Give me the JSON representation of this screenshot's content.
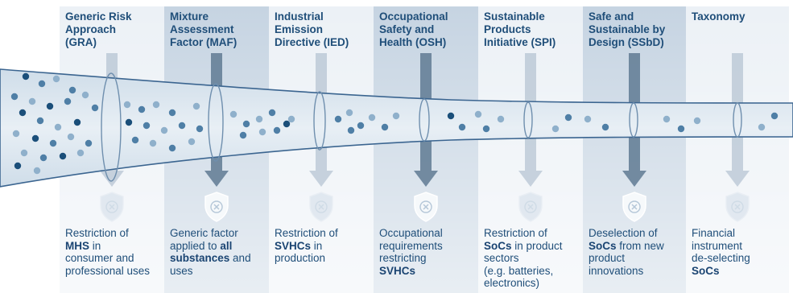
{
  "colors": {
    "background": "#ffffff",
    "column_light": "#ecf1f6",
    "column_dark": "#c6d4e2",
    "funnel_fill": "#d9e4ee",
    "funnel_edge": "#3b6590",
    "arrow": "#a8b9ca",
    "arrow_emphasis": "#5f7a93",
    "text": "#1f4e79",
    "dot_dark": "#1b4f7a",
    "dot_mid": "#4f7fa6",
    "dot_light": "#8fb0cb",
    "shield_faded": "#dfe7ef",
    "shield_strong": "#f6f9fb"
  },
  "columns": [
    {
      "id": "gra",
      "title": [
        "Generic Risk",
        "Approach",
        "(GRA)"
      ],
      "description": [
        [
          "Restriction of"
        ],
        [
          {
            "b": "MHS"
          },
          " in"
        ],
        [
          "consumer and"
        ],
        [
          "professional uses"
        ]
      ],
      "shade": "light",
      "emphasis": false,
      "icon": "shield-x-icon"
    },
    {
      "id": "maf",
      "title": [
        "Mixture",
        "Assessment",
        "Factor (MAF)"
      ],
      "description": [
        [
          "Generic factor"
        ],
        [
          "applied to ",
          {
            "b": "all"
          }
        ],
        [
          {
            "b": "substances"
          },
          " and"
        ],
        [
          "uses"
        ]
      ],
      "shade": "dark",
      "emphasis": true,
      "icon": "shield-x-icon"
    },
    {
      "id": "ied",
      "title": [
        "Industrial",
        "Emission",
        "Directive (IED)"
      ],
      "description": [
        [
          "Restriction of"
        ],
        [
          {
            "b": "SVHCs"
          },
          " in"
        ],
        [
          "production"
        ]
      ],
      "shade": "light",
      "emphasis": false,
      "icon": "shield-x-icon"
    },
    {
      "id": "osh",
      "title": [
        "Occupational",
        "Safety and",
        "Health (OSH)"
      ],
      "description": [
        [
          "Occupational"
        ],
        [
          "requirements"
        ],
        [
          "restricting"
        ],
        [
          {
            "b": "SVHCs"
          }
        ]
      ],
      "shade": "dark",
      "emphasis": true,
      "icon": "shield-x-icon"
    },
    {
      "id": "spi",
      "title": [
        "Sustainable",
        "Products",
        "Initiative (SPI)"
      ],
      "description": [
        [
          "Restriction of"
        ],
        [
          {
            "b": "SoCs"
          },
          " in product"
        ],
        [
          "sectors"
        ],
        [
          "(e.g. batteries,"
        ],
        [
          "electronics)"
        ]
      ],
      "shade": "light",
      "emphasis": false,
      "icon": "shield-x-icon"
    },
    {
      "id": "ssbd",
      "title": [
        "Safe and",
        "Sustainable by",
        "Design (SSbD)"
      ],
      "description": [
        [
          "Deselection of"
        ],
        [
          {
            "b": "SoCs"
          },
          " from new"
        ],
        [
          "product"
        ],
        [
          "innovations"
        ]
      ],
      "shade": "dark",
      "emphasis": true,
      "icon": "shield-x-icon"
    },
    {
      "id": "taxonomy",
      "title": [
        "Taxonomy"
      ],
      "description": [
        [
          "Financial"
        ],
        [
          "instrument"
        ],
        [
          "de-selecting"
        ],
        [
          {
            "b": "SoCs"
          }
        ]
      ],
      "shade": "light",
      "emphasis": false,
      "icon": "shield-x-icon"
    }
  ]
}
